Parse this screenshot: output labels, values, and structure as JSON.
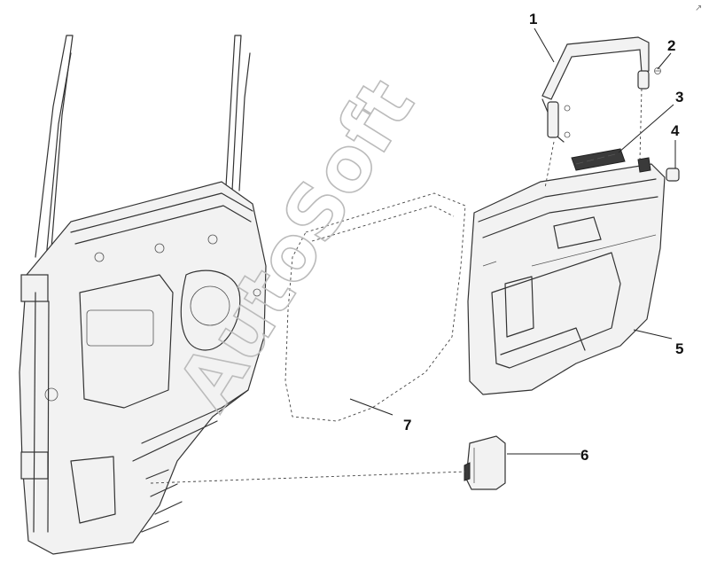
{
  "watermark": "AutoSoft",
  "corner_mark": "↗",
  "callouts": [
    {
      "id": "1",
      "label": "1"
    },
    {
      "id": "2",
      "label": "2"
    },
    {
      "id": "3",
      "label": "3"
    },
    {
      "id": "4",
      "label": "4"
    },
    {
      "id": "5",
      "label": "5"
    },
    {
      "id": "6",
      "label": "6"
    },
    {
      "id": "7",
      "label": "7"
    }
  ]
}
